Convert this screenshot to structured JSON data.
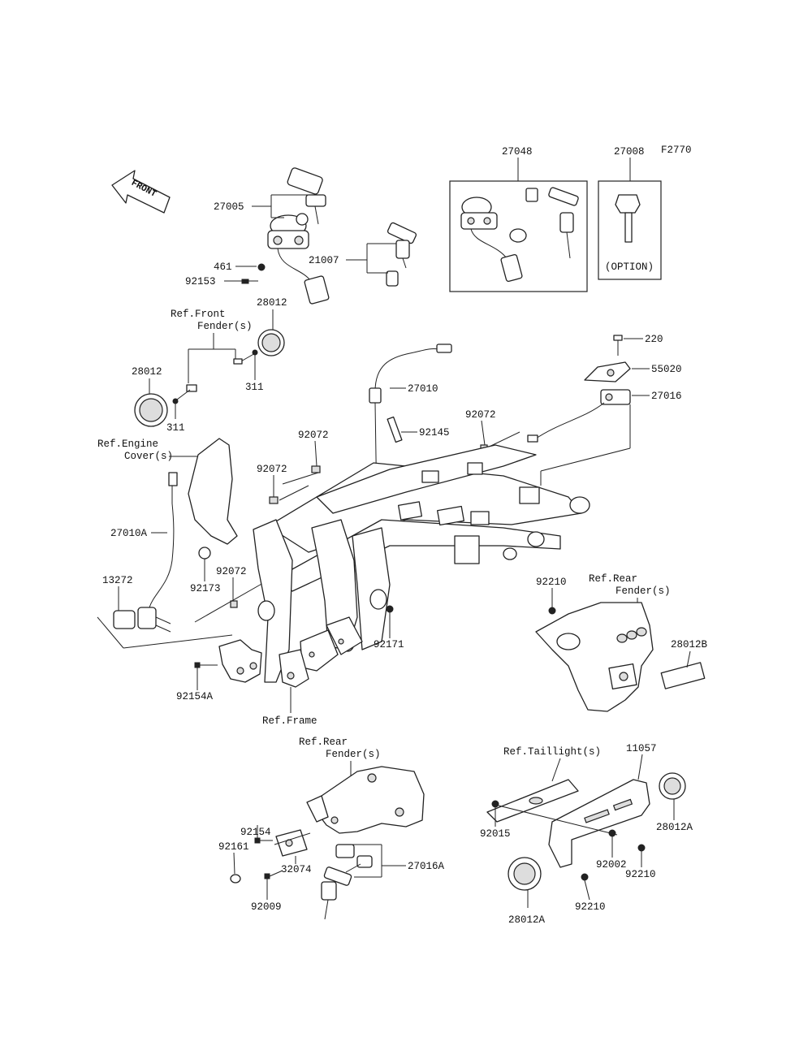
{
  "figure_code": "F2770",
  "front_arrow_text": "FRONT",
  "option_text": "(OPTION)",
  "parts": {
    "p27005": "27005",
    "p461": "461",
    "p92153": "92153",
    "p21007": "21007",
    "p27048": "27048",
    "p27008": "27008",
    "p28012_top": "28012",
    "p28012_left": "28012",
    "p311_a": "311",
    "p311_b": "311",
    "p27010": "27010",
    "p92145": "92145",
    "p220": "220",
    "p55020": "55020",
    "p27016": "27016",
    "p92072_a": "92072",
    "p92072_b": "92072",
    "p92072_c": "92072",
    "p92072_d": "92072",
    "p27010A": "27010A",
    "p13272": "13272",
    "p92173": "92173",
    "p92171": "92171",
    "p92154A": "92154A",
    "p92210_a": "92210",
    "p28012B": "28012B",
    "p11057": "11057",
    "p92015": "92015",
    "p92002": "92002",
    "p92210_b": "92210",
    "p28012A_a": "28012A",
    "p92210_c": "92210",
    "p28012A_b": "28012A",
    "p92154": "92154",
    "p92161": "92161",
    "p32074": "32074",
    "p92009": "92009",
    "p27016A": "27016A"
  },
  "references": {
    "front_fender_1": "Ref.Front",
    "front_fender_2": "Fender(s)",
    "engine_cover_1": "Ref.Engine",
    "engine_cover_2": "Cover(s)",
    "rear_fender_1": "Ref.Rear",
    "rear_fender_2": "Fender(s)",
    "frame": "Ref.Frame",
    "rear_fender_low_1": "Ref.Rear",
    "rear_fender_low_2": "Fender(s)",
    "taillight": "Ref.Taillight(s)"
  }
}
